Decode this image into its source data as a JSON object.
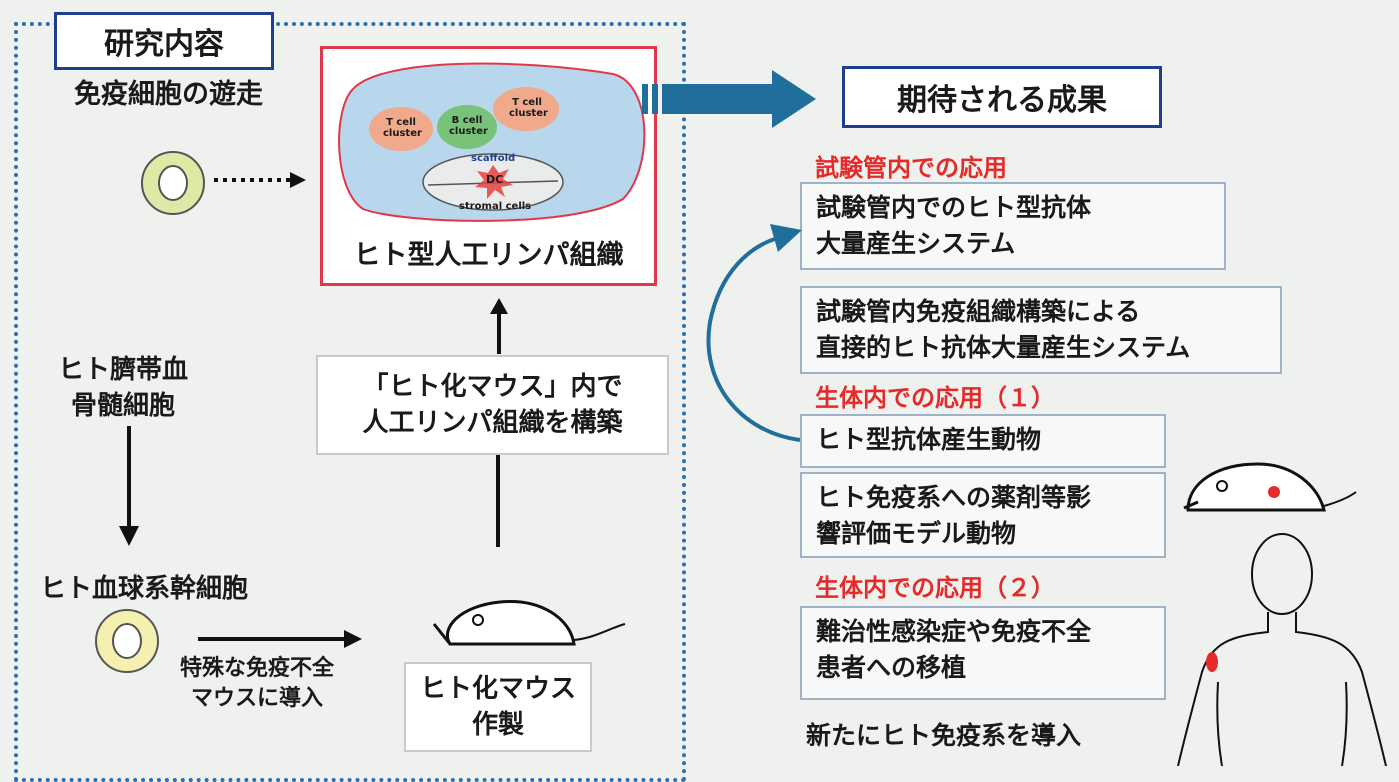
{
  "left": {
    "title": "研究内容",
    "migration_label": "免疫細胞の遊走",
    "cord_blood": [
      "ヒト臍帯血",
      "骨髄細胞"
    ],
    "stem_cells": "ヒト血球系幹細胞",
    "transfer_label": [
      "特殊な免疫不全",
      "マウスに導入"
    ],
    "humanized_mouse_box": [
      "ヒト化マウス",
      "作製"
    ],
    "construct_box": [
      "「ヒト化マウス」内で",
      "人工リンパ組織を構築"
    ],
    "tissue_box": {
      "caption": "ヒト型人工リンパ組織",
      "clusters": [
        "T cell cluster",
        "B cell cluster",
        "T cell cluster"
      ],
      "scaffold": "scaffold",
      "dc": "DC",
      "stromal": "stromal cells"
    }
  },
  "right": {
    "title": "期待される成果",
    "section1_head": "試験管内での応用",
    "box1": [
      "試験管内でのヒト型抗体",
      "大量産生システム"
    ],
    "box2": [
      "試験管内免疫組織構築による",
      "直接的ヒト抗体大量産生システム"
    ],
    "section2_head": "生体内での応用（１）",
    "box3": "ヒト型抗体産生動物",
    "box4": [
      "ヒト免疫系への薬剤等影",
      "響評価モデル動物"
    ],
    "section3_head": "生体内での応用（２）",
    "box5": [
      "難治性感染症や免疫不全",
      "患者への移植"
    ],
    "footer": "新たにヒト免疫系を導入"
  },
  "colors": {
    "navy": "#1e3f8f",
    "red": "#e52a2a",
    "arrow_blue": "#1f6e9c",
    "tissue_fill": "#b8d6ec"
  }
}
